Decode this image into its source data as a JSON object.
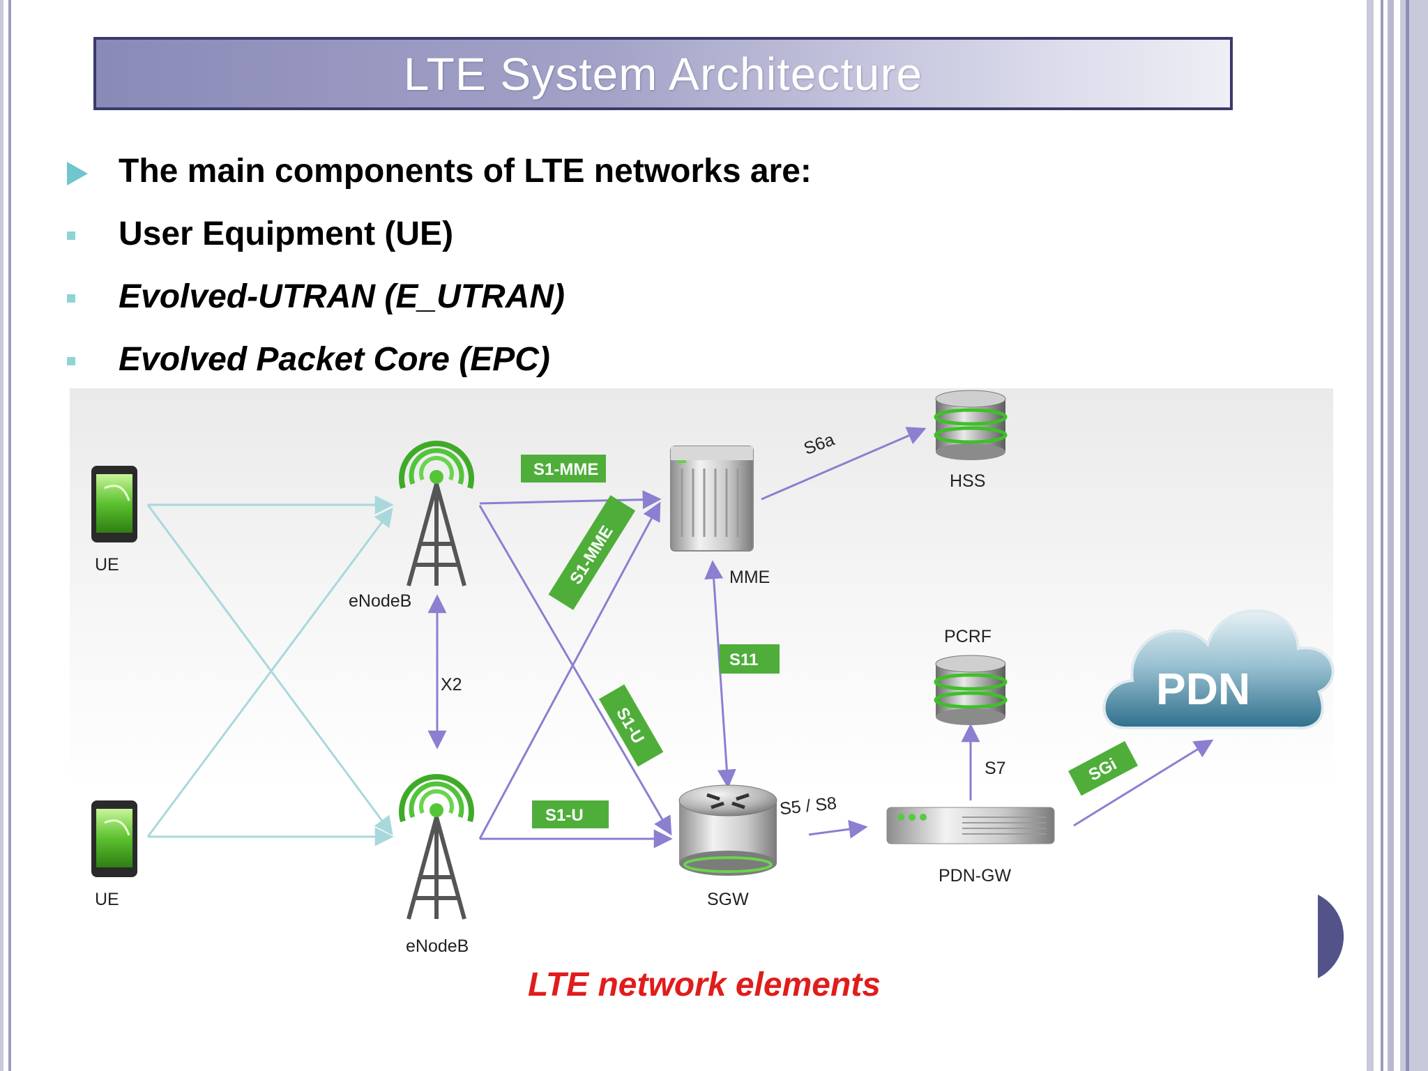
{
  "slide": {
    "title": "LTE System Architecture",
    "bullets": [
      {
        "text": "The main components of LTE networks are:",
        "style": "bold"
      },
      {
        "text": "User Equipment (UE)",
        "style": "bold"
      },
      {
        "text": "Evolved-UTRAN (E_UTRAN)",
        "style": "bold-italic"
      },
      {
        "text": "Evolved Packet Core (EPC)",
        "style": "bold-italic"
      }
    ],
    "caption": "LTE network elements"
  },
  "diagram": {
    "nodes": {
      "ue_top": "UE",
      "ue_bottom": "UE",
      "enodeb_top": "eNodeB",
      "enodeb_bottom": "eNodeB",
      "mme": "MME",
      "hss": "HSS",
      "sgw": "SGW",
      "pcrf": "PCRF",
      "pdn_gw": "PDN-GW",
      "pdn": "PDN"
    },
    "interfaces": {
      "s1_mme_top": "S1-MME",
      "s1_mme_diag": "S1-MME",
      "s1_u_diag": "S1-U",
      "s1_u_bottom": "S1-U",
      "s11": "S11",
      "s6a": "S6a",
      "x2": "X2",
      "s5_s8": "S5 / S8",
      "s7": "S7",
      "sgi": "SGi"
    }
  },
  "colors": {
    "title_border": "#3a3a6a",
    "bullet_marker": "#6fc6cc",
    "tag_green": "#4fae3a",
    "arrow_purple": "#8a7fd0",
    "ue_link": "#a8d8dc",
    "caption_red": "#e01c1c",
    "cloud_blue": "#4d8aa6"
  }
}
